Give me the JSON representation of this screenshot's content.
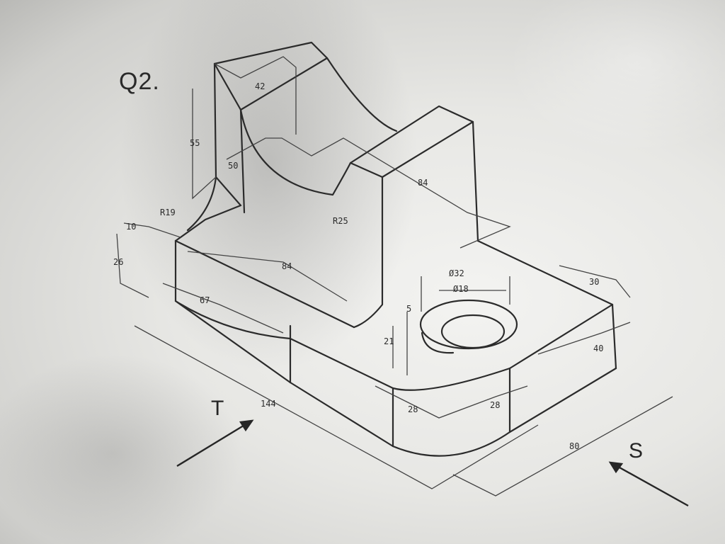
{
  "question": "Q2.",
  "view_labels": {
    "left": "T",
    "right": "S"
  },
  "dimensions": {
    "d42": "42",
    "d55": "55",
    "d50": "50",
    "d84_top": "84",
    "r19": "R19",
    "d10": "10",
    "d26": "26",
    "r25": "R25",
    "d84_mid": "84",
    "d67": "67",
    "d32": "Ø32",
    "d18": "Ø18",
    "d30": "30",
    "d5": "5",
    "d21": "21",
    "d40": "40",
    "d144": "144",
    "d28a": "28",
    "d28b": "28",
    "d80": "80"
  },
  "colors": {
    "ink": "#2b2b2b",
    "dim_ink": "#444444"
  }
}
